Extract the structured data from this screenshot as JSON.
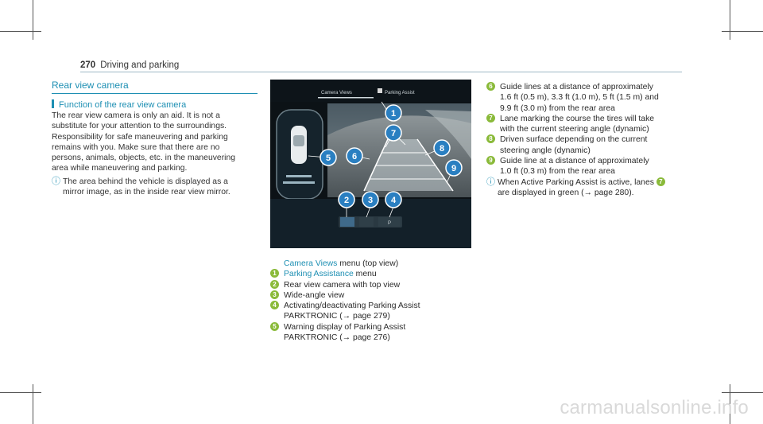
{
  "header": {
    "page_number": "270",
    "chapter": "Driving and parking"
  },
  "left": {
    "section_title": "Rear view camera",
    "subsection_title": "Function of the rear view camera",
    "body_lines": [
      "The rear view camera is only an aid. It is not a",
      "substitute for your attention to the surroundings.",
      "Responsibility for safe maneuvering and parking",
      "remains with you. Make sure that there are no",
      "persons, animals, objects, etc. in the maneuvering",
      "area while maneuvering and parking."
    ],
    "note_lines": [
      "The area behind the vehicle is displayed as a",
      "mirror image, as in the inside rear view mirror."
    ]
  },
  "figure": {
    "tab_left": "Camera Views",
    "tab_right": "Parking Assist",
    "tab_right_icon": "P",
    "bottom_button_label": "P",
    "bubbles": [
      "1",
      "2",
      "3",
      "4",
      "5",
      "6",
      "7",
      "8",
      "9"
    ]
  },
  "legend": {
    "intro_link": "Camera Views",
    "intro_text": " menu (top view)",
    "items": [
      {
        "n": "1",
        "link": "Parking Assistance",
        "text": " menu"
      },
      {
        "n": "2",
        "text": "Rear view camera with top view"
      },
      {
        "n": "3",
        "text": "Wide-angle view"
      },
      {
        "n": "4",
        "text": "Activating/deactivating Parking Assist",
        "text2": "PARKTRONIC (→ page 279)"
      },
      {
        "n": "5",
        "text": "Warning display of Parking Assist",
        "text2": "PARKTRONIC (→ page 276)"
      }
    ]
  },
  "right": {
    "items": [
      {
        "n": "6",
        "lines": [
          "Guide lines at a distance of approximately",
          "1.6 ft (0.5 m), 3.3 ft (1.0 m), 5 ft (1.5 m) and",
          "9.9 ft (3.0 m) from the rear area"
        ]
      },
      {
        "n": "7",
        "lines": [
          "Lane marking the course the tires will take",
          "with the current steering angle (dynamic)"
        ]
      },
      {
        "n": "8",
        "lines": [
          "Driven surface depending on the current",
          "steering angle (dynamic)"
        ]
      },
      {
        "n": "9",
        "lines": [
          "Guide line at a distance of approximately",
          "1.0 ft (0.3 m) from the rear area"
        ]
      }
    ],
    "note_line1": "When Active Parking Assist is active, lanes",
    "note_ref": "7",
    "note_line2": "are displayed in green (→ page 280)."
  },
  "watermark": "carmanualsonline.info",
  "colors": {
    "accent": "#1d8fb3",
    "number_badge": "#8aba3a",
    "callout": "#2a7fc1"
  },
  "icons": {
    "note": "info-icon",
    "cross_ref": "arrow-right-icon"
  }
}
